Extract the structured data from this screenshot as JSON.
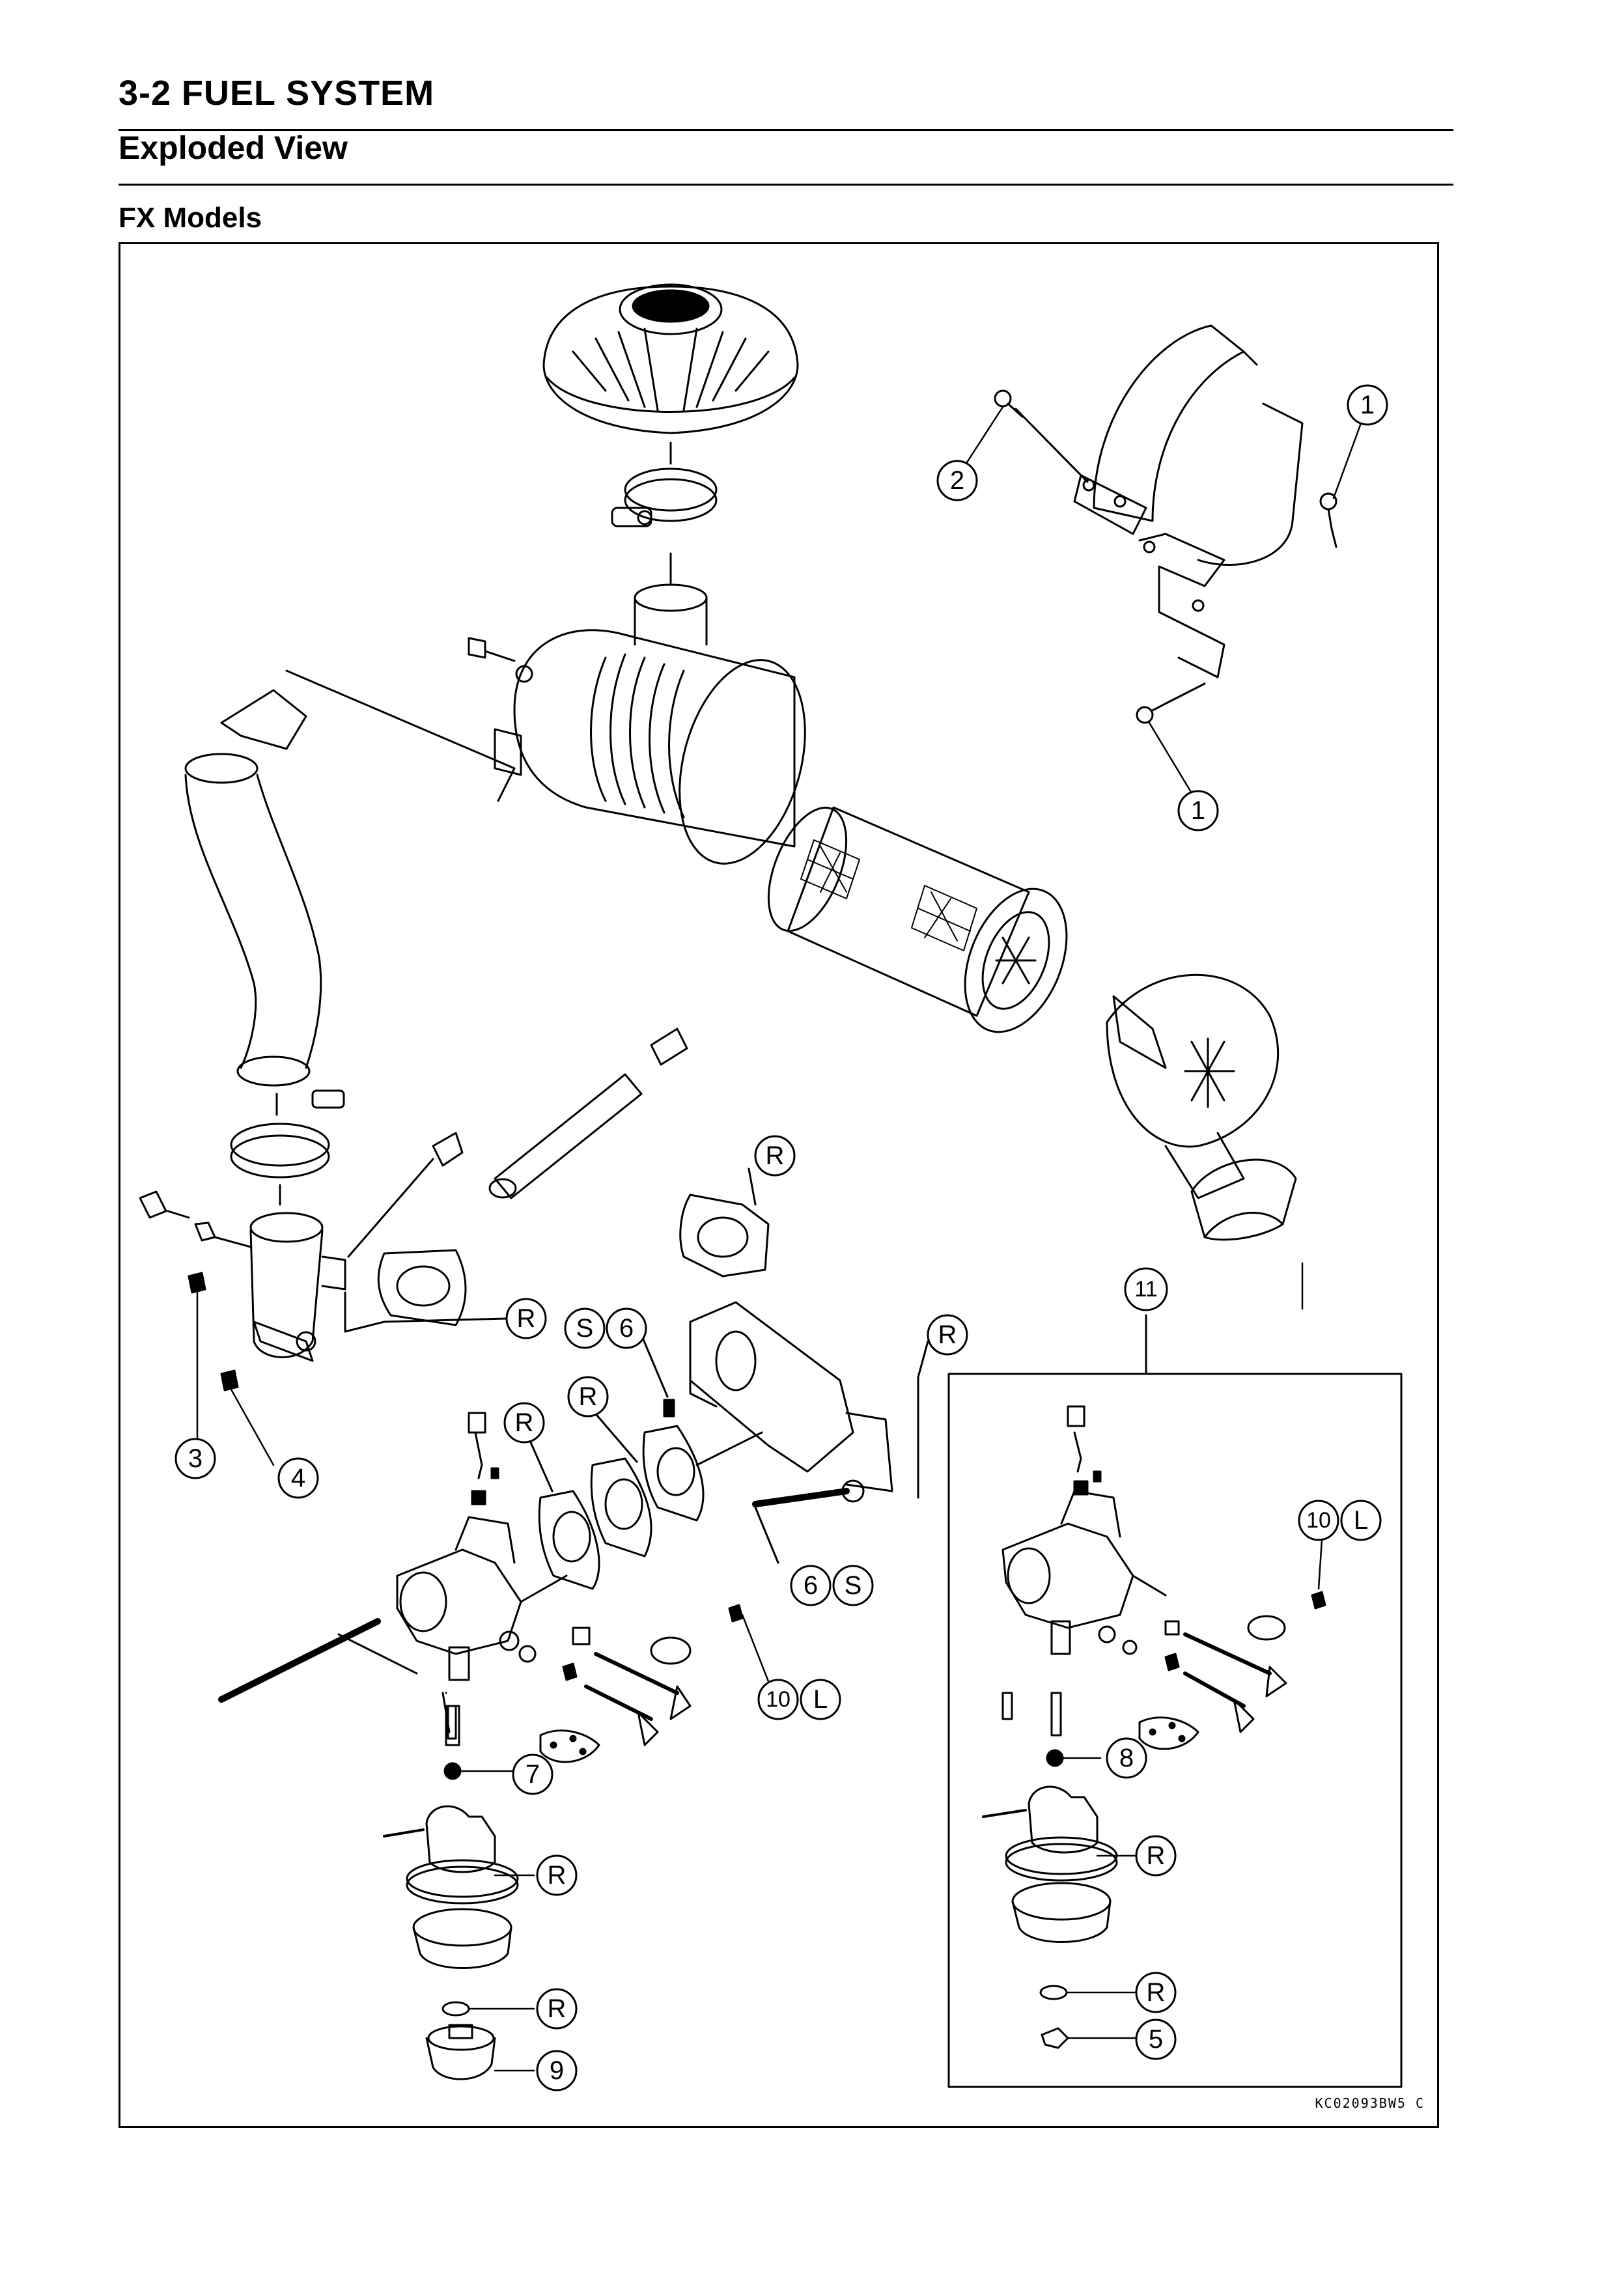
{
  "header": {
    "section_title": "3-2 FUEL SYSTEM",
    "subtitle": "Exploded View",
    "model_label": "FX Models"
  },
  "diagram": {
    "reference_code": "KC02093BW5 C",
    "callouts": [
      "1",
      "2",
      "1",
      "R",
      "R",
      "S",
      "6",
      "R",
      "3",
      "4",
      "R",
      "R",
      "6",
      "S",
      "10",
      "L",
      "7",
      "R",
      "R",
      "9",
      "11",
      "10",
      "L",
      "8",
      "R",
      "R",
      "5"
    ]
  }
}
